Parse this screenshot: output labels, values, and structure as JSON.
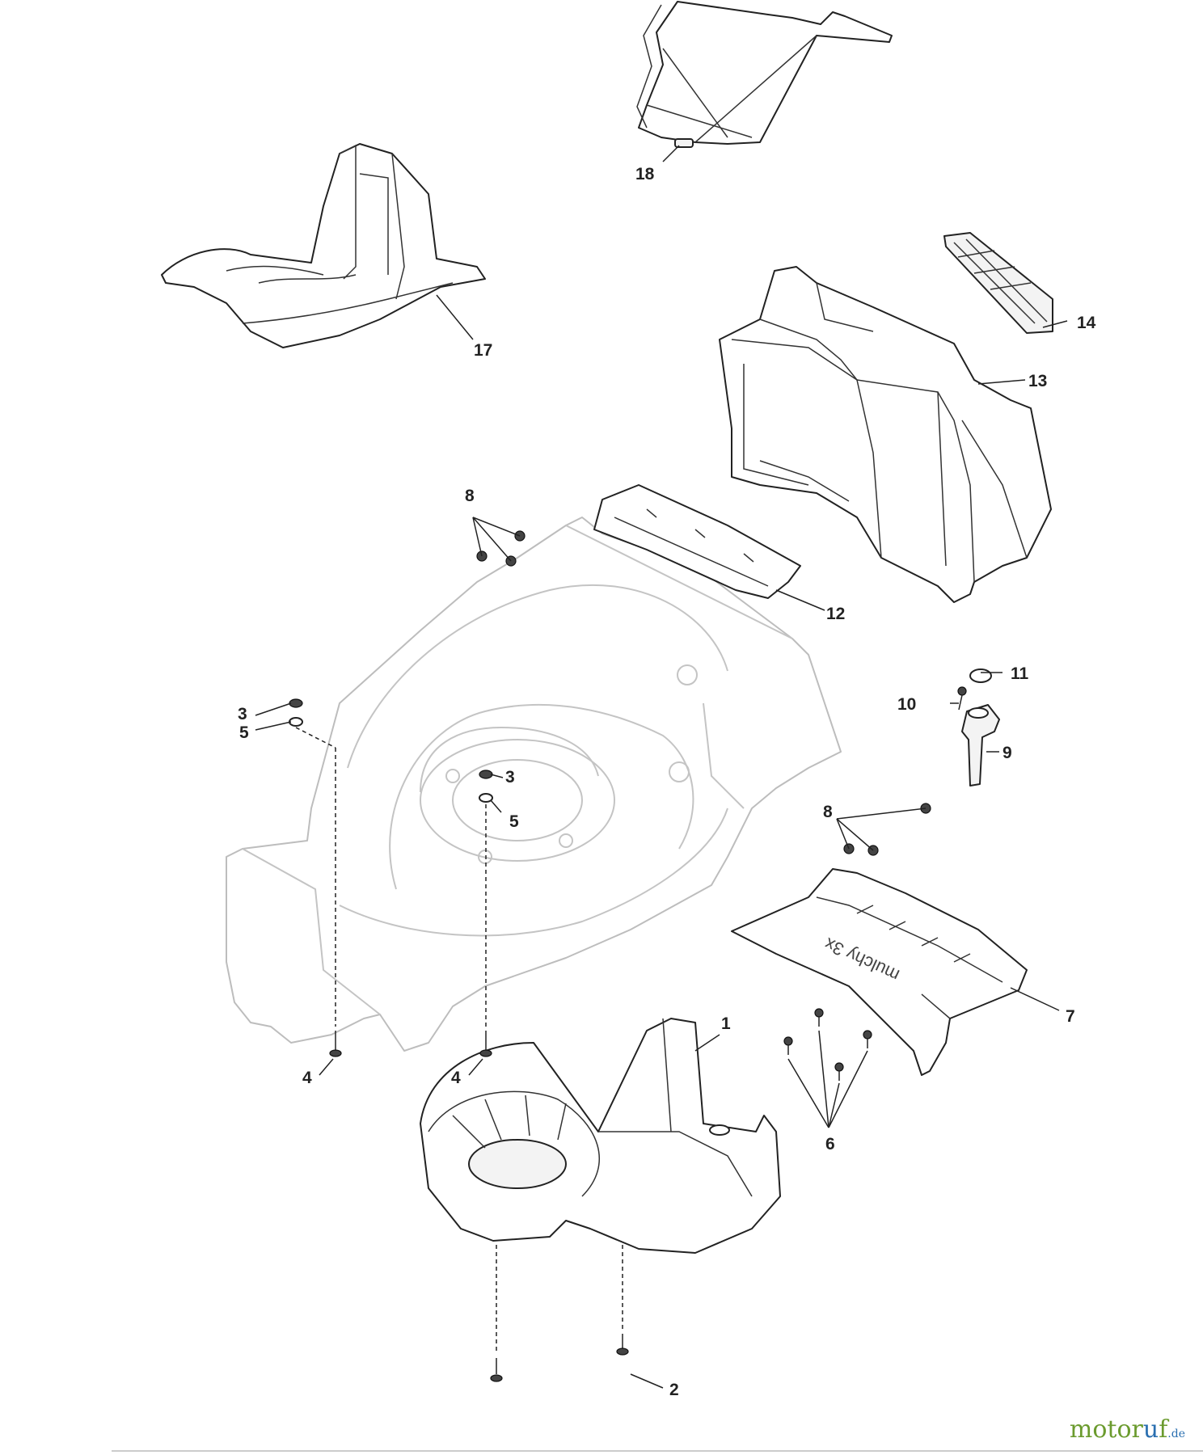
{
  "diagram": {
    "callouts": [
      {
        "id": "c1",
        "label": "1"
      },
      {
        "id": "c2",
        "label": "2"
      },
      {
        "id": "c3a",
        "label": "3"
      },
      {
        "id": "c3b",
        "label": "3"
      },
      {
        "id": "c4a",
        "label": "4"
      },
      {
        "id": "c4b",
        "label": "4"
      },
      {
        "id": "c5a",
        "label": "5"
      },
      {
        "id": "c5b",
        "label": "5"
      },
      {
        "id": "c6",
        "label": "6"
      },
      {
        "id": "c7",
        "label": "7"
      },
      {
        "id": "c8a",
        "label": "8"
      },
      {
        "id": "c8b",
        "label": "8"
      },
      {
        "id": "c9",
        "label": "9"
      },
      {
        "id": "c10",
        "label": "10"
      },
      {
        "id": "c11",
        "label": "11"
      },
      {
        "id": "c12",
        "label": "12"
      },
      {
        "id": "c13",
        "label": "13"
      },
      {
        "id": "c14",
        "label": "14"
      },
      {
        "id": "c17",
        "label": "17"
      },
      {
        "id": "c18",
        "label": "18"
      }
    ],
    "plate_text": "mulchy 3x"
  },
  "watermark": {
    "brand_prefix": "motor",
    "brand_u": "u",
    "brand_suffix": "f",
    "tld": ".de"
  }
}
